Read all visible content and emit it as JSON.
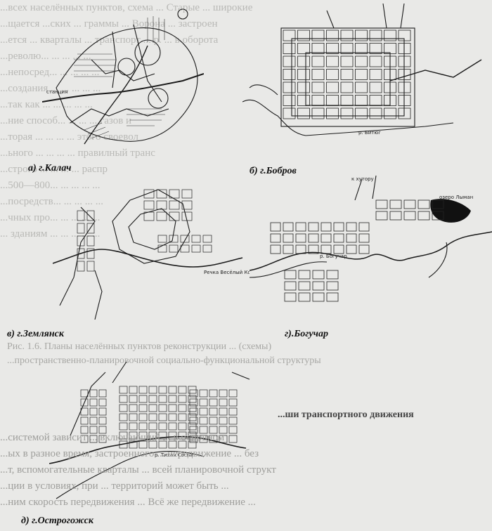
{
  "figure": {
    "captions": {
      "kalach": "а)  г.Калач",
      "bobrov": "б) г.Бобров",
      "zemlyansk": "в)  г.Землянск",
      "boguchar": "г).Богучар",
      "ostrogozhsk": "д) г.Острогожск"
    },
    "map_labels": {
      "kalach_station": "станция",
      "bobrov_river": "р. Битюг",
      "boguchar_river": "р. Богучар",
      "boguchar_lake": "озеро Лыман",
      "boguchar_road": "к хутору",
      "zemlyansk_river": "Речка Весёлый Колодезь",
      "ostrogozhsk_river": "р. Тихая Сосна"
    }
  },
  "page_text": {
    "top_lines": [
      "...всех населённых пунктов, схема ... Старые ... широкие",
      "...щается ...ских ... граммы ... Ворона ... застроен",
      "...ется ... кварталы ... транспорт ... р. ... в оборота",
      "...револю... ... ... ... ...",
      "...непосред... ... ... ... ...",
      "...создания ... ... ... ... ...",
      "...так как ... ... ... ... ...",
      "...ние способ... ... ... ... газов и",
      "...торая ... ... ... ... этого своевол",
      "...ьного ... ... ... ... правилный транс",
      "...строго ... ... ... ... распр",
      "...500—800... ... ... ... ...",
      "...посредств... ... ... ... ...",
      "...чных про... ... ... ... ...",
      "... зданиям ... ... ... ... ..."
    ],
    "figure_caption": "Рис. 1.6. Планы населённых пунктов реконструкции ... (схемы)",
    "figure_caption_line2": "...пространственно-планировочной социально-функциональной структуры",
    "section_heading": "...ши транспортного движения",
    "body_lines": [
      "...системой зависит ... включающий ... в основном",
      "...ых в разное время, застроенного ... передвижение ... без",
      "...т, вспомогательные кварталы ... всей планировочной структ",
      "...ции в условиях, при ... территорий может быть ...",
      "...ним скорость передвижения ... Всё же передвижение ..."
    ]
  }
}
